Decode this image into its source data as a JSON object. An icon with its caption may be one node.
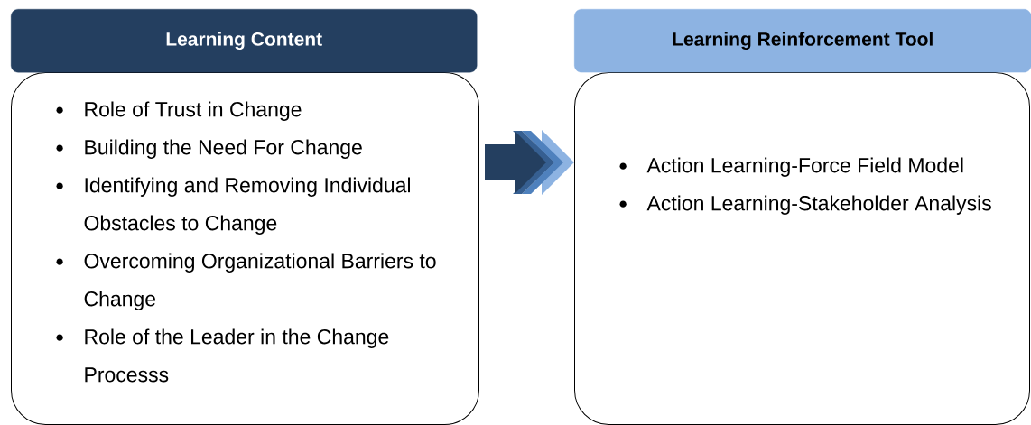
{
  "diagram": {
    "nodes": [
      {
        "text": [
          "Learning Content"
        ]
      },
      {
        "text": [
          "Role of Trust in Change",
          "Building the Need For Change",
          "Identifying and Removing Individual Obstacles to Change",
          "Overcoming Organizational Barriers to Change",
          "Role of the Leader in the Change Processs"
        ]
      },
      {
        "text": [
          "Learning Reinforcement Tool"
        ]
      },
      {
        "text": [
          "Action Learning-Force Field Model",
          "Action Learning-Stakeholder Analysis"
        ]
      }
    ],
    "edges": [
      {
        "from": 1,
        "to": 3,
        "arrow": "to"
      }
    ]
  }
}
